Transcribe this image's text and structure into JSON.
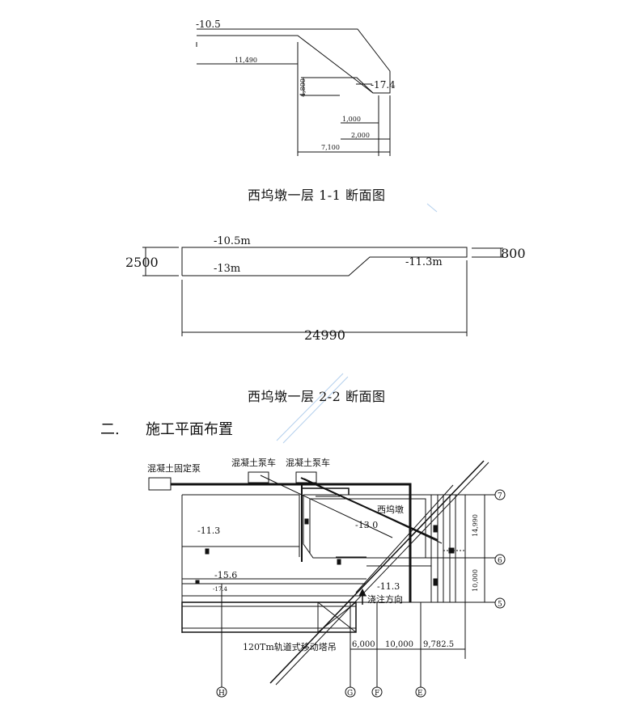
{
  "section_1_1": {
    "caption": "西坞墩一层 1-1 断面图",
    "labels": {
      "top_level": "-10.5",
      "bottom_level": "-17.4",
      "dim_11490": "11,490",
      "dim_4800": "4,800",
      "dim_1000": "1,000",
      "dim_2000": "2,000",
      "dim_7100": "7,100"
    }
  },
  "section_2_2": {
    "caption": "西坞墩一层 2-2 断面图",
    "labels": {
      "level_10_5": "-10.5m",
      "level_13": "-13m",
      "level_11_3": "-11.3m",
      "dim_2500": "2500",
      "dim_800": "800",
      "dim_24990": "24990"
    }
  },
  "section_heading": {
    "number": "二.",
    "title": "施工平面布置"
  },
  "plan": {
    "fixed_pump": "混凝土固定泵",
    "pump_truck_1": "混凝土泵车",
    "pump_truck_2": "混凝土泵车",
    "west_pier": "西坞墩",
    "level_11_3_left": "-11.3",
    "level_13_0": "-13.0",
    "level_15_6": "-15.6",
    "level_17_4": "-17.4",
    "level_11_3_right": "-11.3",
    "pour_direction": "浇注方向",
    "crane": "120Tm轨道式移动塔吊",
    "dim_6000": "6,000",
    "dim_10000_bottom": "10,000",
    "dim_9782": "9,782.5",
    "dim_14990": "14,990",
    "dim_10000_right": "10,000",
    "axis_7": "7",
    "axis_6": "6",
    "axis_5": "5",
    "axis_H": "H",
    "axis_G": "G",
    "axis_F": "F",
    "axis_E": "E"
  }
}
